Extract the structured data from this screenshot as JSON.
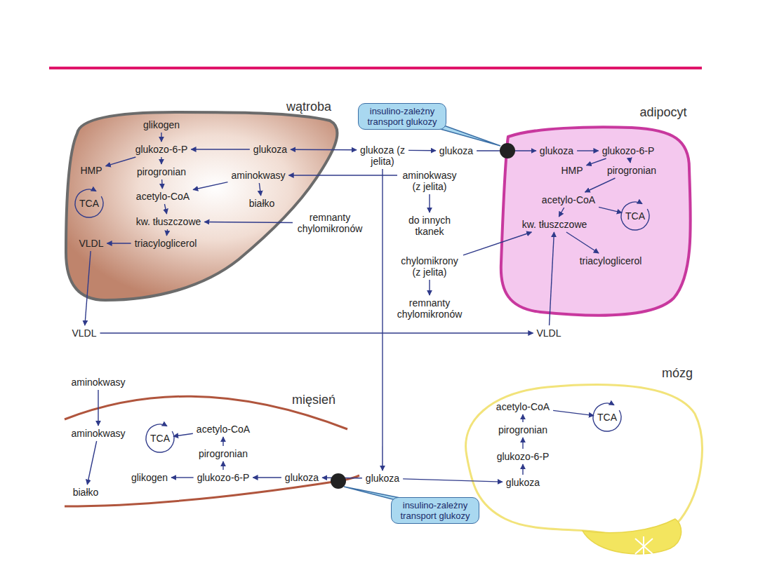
{
  "diagram": {
    "nodes": [
      {
        "text": [
          "wątroba"
        ]
      },
      {
        "text": [
          "glikogen"
        ],
        "in": 0
      },
      {
        "text": [
          "glukozo-6-P"
        ],
        "in": 0
      },
      {
        "text": [
          "glukoza"
        ],
        "in": 0
      },
      {
        "text": [
          "HMP"
        ],
        "in": 0
      },
      {
        "text": [
          "pirogronian"
        ],
        "in": 0
      },
      {
        "text": [
          "aminokwasy"
        ],
        "in": 0
      },
      {
        "text": [
          "acetylo-CoA"
        ],
        "in": 0
      },
      {
        "text": [
          "białko"
        ],
        "in": 0
      },
      {
        "text": [
          "TCA"
        ],
        "in": 0
      },
      {
        "text": [
          "kw. tłuszczowe"
        ],
        "in": 0
      },
      {
        "text": [
          "VLDL"
        ],
        "in": 0
      },
      {
        "text": [
          "triacyloglicerol"
        ],
        "in": 0
      },
      {
        "text": [
          "insulino-zależny transport glukozy"
        ]
      },
      {
        "text": [
          "adipocyt"
        ]
      },
      {
        "text": [
          "glukoza"
        ],
        "in": 14
      },
      {
        "text": [
          "glukozo-6-P"
        ],
        "in": 14
      },
      {
        "text": [
          "HMP"
        ],
        "in": 14
      },
      {
        "text": [
          "pirogronian"
        ],
        "in": 14
      },
      {
        "text": [
          "acetylo-CoA"
        ],
        "in": 14
      },
      {
        "text": [
          "TCA"
        ],
        "in": 14
      },
      {
        "text": [
          "kw. tłuszczowe"
        ],
        "in": 14
      },
      {
        "text": [
          "triacyloglicerol"
        ],
        "in": 14
      },
      {
        "text": [
          "glukoza (z jelita)"
        ]
      },
      {
        "text": [
          "glukoza"
        ]
      },
      {
        "text": [
          "aminokwasy (z jelita)"
        ]
      },
      {
        "text": [
          "remnanty chylomikronów"
        ]
      },
      {
        "text": [
          "do innych tkanek"
        ]
      },
      {
        "text": [
          "chylomikrony (z jelita)"
        ]
      },
      {
        "text": [
          "remnanty chylomikronów"
        ]
      },
      {
        "text": [
          "VLDL"
        ]
      },
      {
        "text": [
          "VLDL"
        ]
      },
      {
        "text": [
          "aminokwasy"
        ]
      },
      {
        "text": [
          "mięsień"
        ]
      },
      {
        "text": [
          "aminokwasy"
        ],
        "in": 33
      },
      {
        "text": [
          "białko"
        ],
        "in": 33
      },
      {
        "text": [
          "TCA"
        ],
        "in": 33
      },
      {
        "text": [
          "acetylo-CoA"
        ],
        "in": 33
      },
      {
        "text": [
          "pirogronian"
        ],
        "in": 33
      },
      {
        "text": [
          "glikogen"
        ],
        "in": 33
      },
      {
        "text": [
          "glukozo-6-P"
        ],
        "in": 33
      },
      {
        "text": [
          "glukoza"
        ],
        "in": 33
      },
      {
        "text": [
          "glukoza"
        ]
      },
      {
        "text": [
          "insulino-zależny transport glukozy"
        ]
      },
      {
        "text": [
          "mózg"
        ]
      },
      {
        "text": [
          "acetylo-CoA"
        ],
        "in": 44
      },
      {
        "text": [
          "TCA"
        ],
        "in": 44
      },
      {
        "text": [
          "pirogronian"
        ],
        "in": 44
      },
      {
        "text": [
          "glukozo-6-P"
        ],
        "in": 44
      },
      {
        "text": [
          "glukoza"
        ],
        "in": 44
      }
    ],
    "edges": [
      {
        "from": 1,
        "to": 2,
        "arrow": "to"
      },
      {
        "from": 3,
        "to": 2,
        "arrow": "to"
      },
      {
        "from": 2,
        "to": 4,
        "arrow": "to"
      },
      {
        "from": 2,
        "to": 5,
        "arrow": "to"
      },
      {
        "from": 5,
        "to": 7,
        "arrow": "to"
      },
      {
        "from": 6,
        "to": 7,
        "arrow": "to"
      },
      {
        "from": 6,
        "to": 8,
        "arrow": "to"
      },
      {
        "from": 7,
        "to": 10,
        "arrow": "to"
      },
      {
        "from": 10,
        "to": 12,
        "arrow": "to"
      },
      {
        "from": 12,
        "to": 11,
        "arrow": "to"
      },
      {
        "from": 11,
        "to": 30,
        "arrow": "to"
      },
      {
        "from": 30,
        "to": 31,
        "arrow": "to"
      },
      {
        "from": 31,
        "to": 21,
        "arrow": "to"
      },
      {
        "from": 26,
        "to": 10,
        "arrow": "to"
      },
      {
        "from": 23,
        "to": 3,
        "arrow": "both"
      },
      {
        "from": 23,
        "to": 24,
        "arrow": "to"
      },
      {
        "from": 24,
        "to": 15,
        "arrow": "to"
      },
      {
        "from": 23,
        "to": 42,
        "arrow": "to"
      },
      {
        "from": 25,
        "to": 6,
        "arrow": "to"
      },
      {
        "from": 25,
        "to": 27,
        "arrow": "to"
      },
      {
        "from": 28,
        "to": 21,
        "arrow": "to"
      },
      {
        "from": 28,
        "to": 29,
        "arrow": "to"
      },
      {
        "from": 15,
        "to": 16,
        "arrow": "to"
      },
      {
        "from": 16,
        "to": 17,
        "arrow": "to"
      },
      {
        "from": 16,
        "to": 18,
        "arrow": "to"
      },
      {
        "from": 18,
        "to": 19,
        "arrow": "to"
      },
      {
        "from": 19,
        "to": 20,
        "arrow": "to"
      },
      {
        "from": 19,
        "to": 21,
        "arrow": "to"
      },
      {
        "from": 21,
        "to": 22,
        "arrow": "to"
      },
      {
        "from": 32,
        "to": 34,
        "arrow": "to"
      },
      {
        "from": 34,
        "to": 35,
        "arrow": "to"
      },
      {
        "from": 41,
        "to": 40,
        "arrow": "to"
      },
      {
        "from": 40,
        "to": 39,
        "arrow": "to"
      },
      {
        "from": 40,
        "to": 38,
        "arrow": "to"
      },
      {
        "from": 38,
        "to": 37,
        "arrow": "to"
      },
      {
        "from": 37,
        "to": 36,
        "arrow": "to"
      },
      {
        "from": 42,
        "to": 41,
        "arrow": "to"
      },
      {
        "from": 42,
        "to": 49,
        "arrow": "to"
      },
      {
        "from": 49,
        "to": 48,
        "arrow": "to"
      },
      {
        "from": 48,
        "to": 47,
        "arrow": "to"
      },
      {
        "from": 47,
        "to": 45,
        "arrow": "to"
      },
      {
        "from": 45,
        "to": 46,
        "arrow": "to"
      }
    ]
  }
}
